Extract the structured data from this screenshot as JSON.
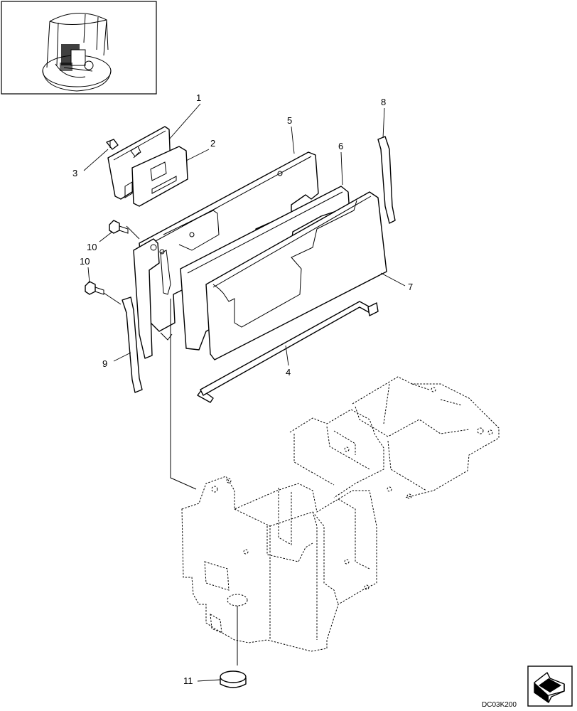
{
  "diagram": {
    "callouts": {
      "c1": "1",
      "c2": "2",
      "c3": "3",
      "c4": "4",
      "c5": "5",
      "c6": "6",
      "c7": "7",
      "c8": "8",
      "c9": "9",
      "c10a": "10",
      "c10b": "10",
      "c11": "11"
    },
    "drawing_code": "DC03K200",
    "icons": {
      "inset": "machine-cab-overview-icon",
      "navigation": "next-page-arrow-icon"
    }
  }
}
